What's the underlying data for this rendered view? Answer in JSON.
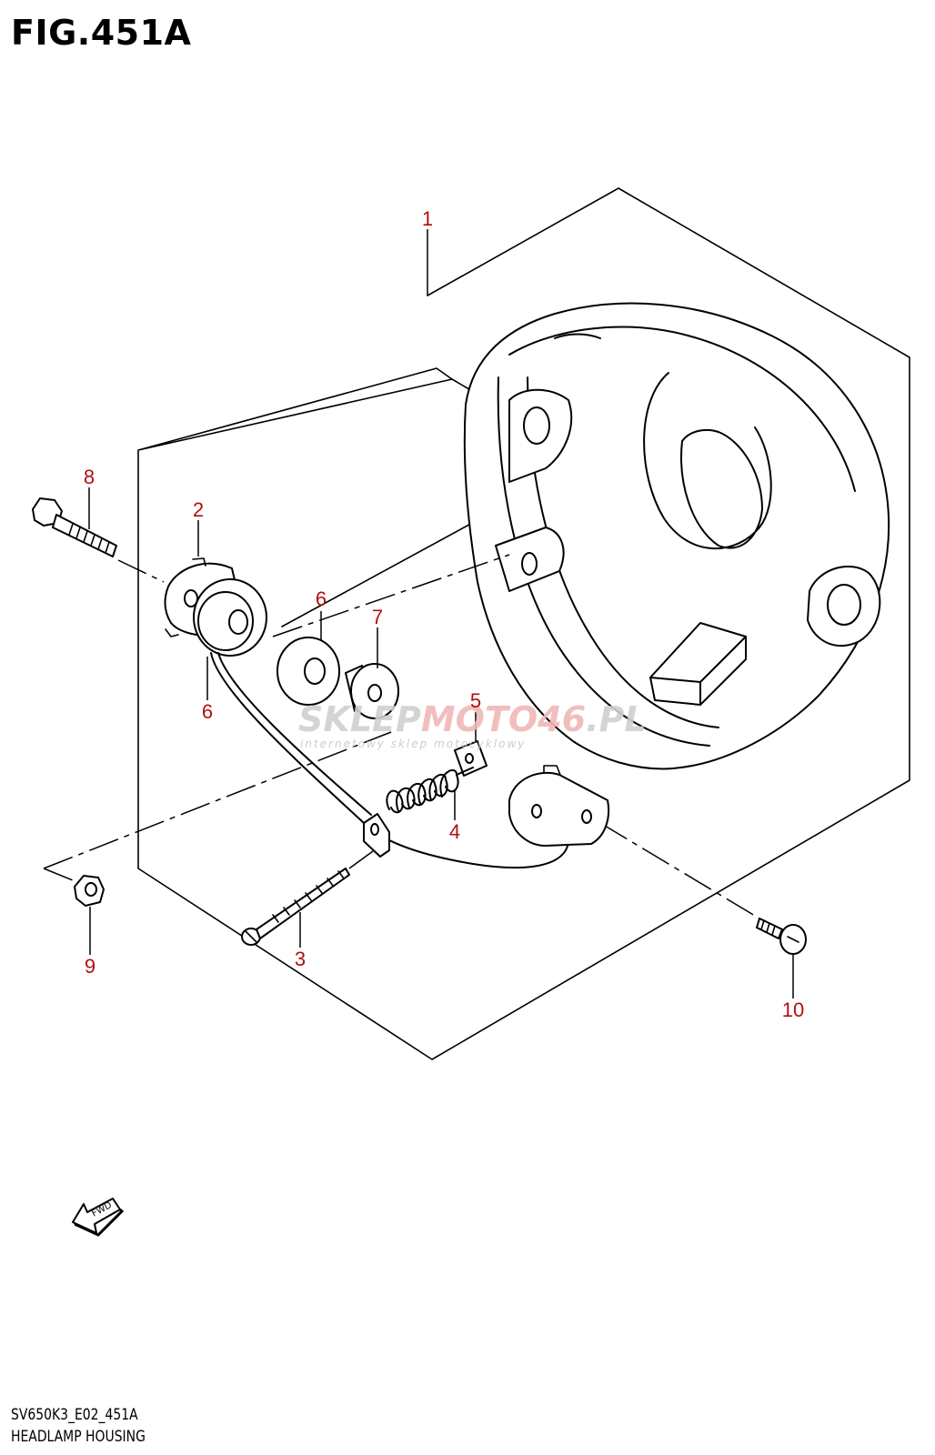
{
  "figure": {
    "title": "FIG.451A",
    "model_code": "SV650K3_E02_451A",
    "name": "HEADLAMP HOUSING"
  },
  "callouts": [
    {
      "number": "1",
      "part": "housing"
    },
    {
      "number": "2",
      "part": "holder"
    },
    {
      "number": "3",
      "part": "screw"
    },
    {
      "number": "4",
      "part": "spring"
    },
    {
      "number": "5",
      "part": "nut-plate"
    },
    {
      "number": "6",
      "part": "cushion"
    },
    {
      "number": "6",
      "part": "cushion"
    },
    {
      "number": "7",
      "part": "collar"
    },
    {
      "number": "8",
      "part": "bolt"
    },
    {
      "number": "9",
      "part": "nut"
    },
    {
      "number": "10",
      "part": "screw"
    }
  ],
  "direction_arrow": {
    "label": "FWD"
  },
  "watermark": {
    "brand_part1": "SKLEP",
    "brand_part2": "MOTO",
    "brand_part3": "46",
    "brand_part4": ".PL",
    "tagline": "internetowy sklep motocyklowy"
  },
  "colors": {
    "callout_number": "#b01010",
    "watermark_gray": "#d0d0d0",
    "watermark_red": "#f0b8b8",
    "line": "#000000"
  }
}
